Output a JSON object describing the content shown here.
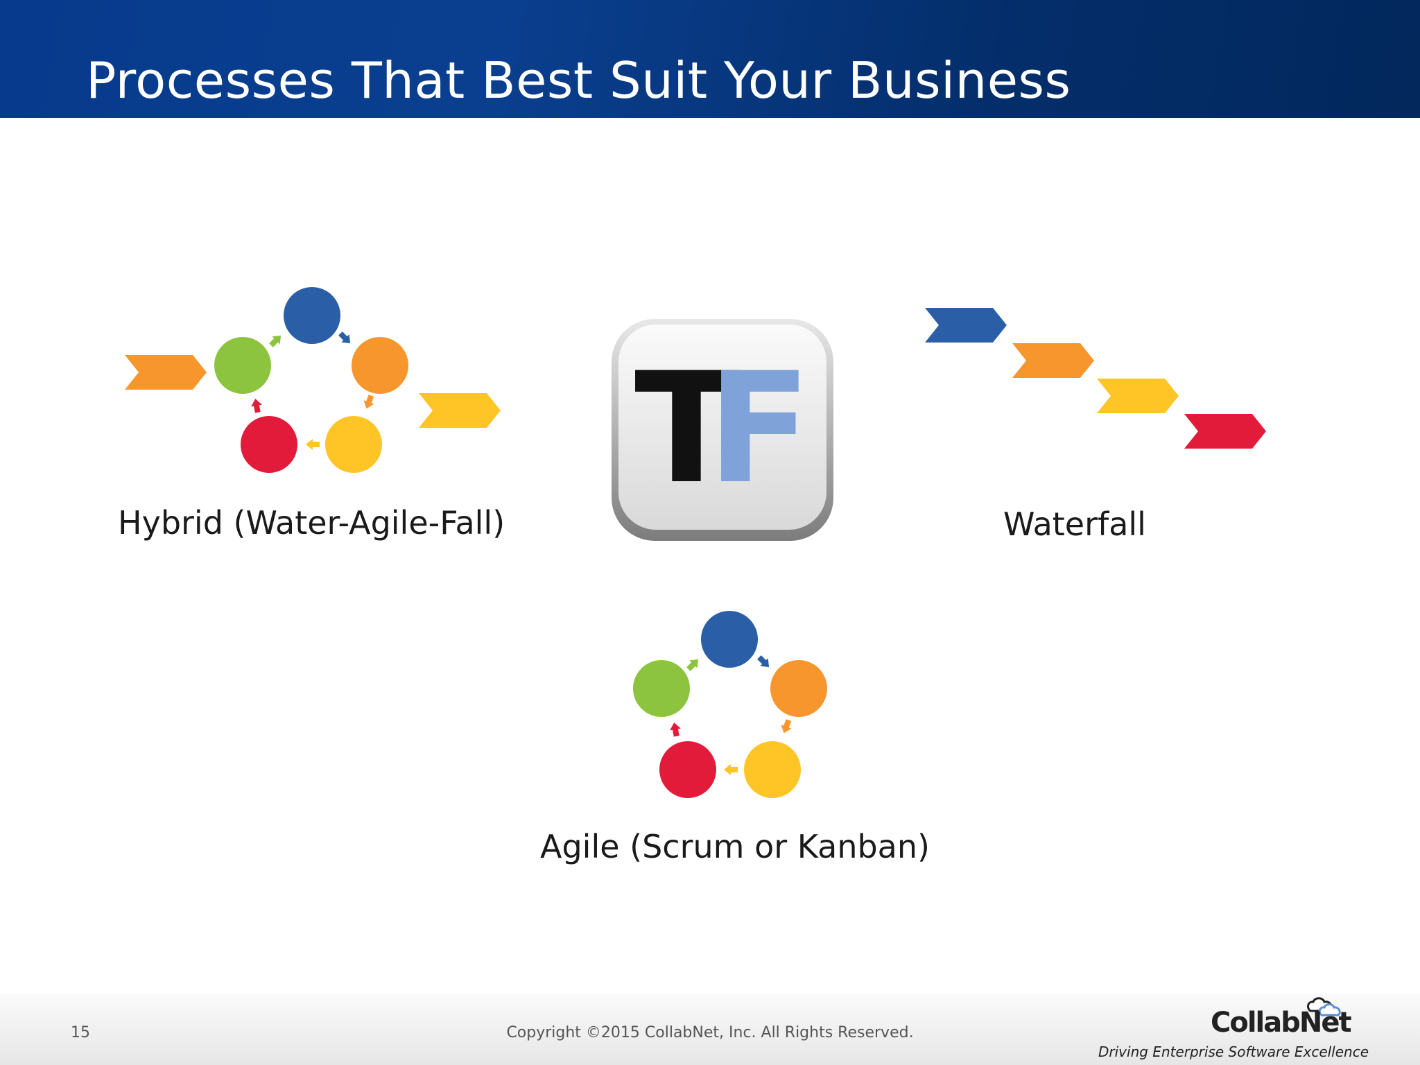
{
  "slide": {
    "title": "Processes That Best Suit Your Business",
    "page_number": "15"
  },
  "diagrams": {
    "hybrid": {
      "label": "Hybrid (Water-Agile-Fall)"
    },
    "center_logo": {
      "text_dark": "T",
      "text_light": "F"
    },
    "waterfall": {
      "label": "Waterfall"
    },
    "agile": {
      "label": "Agile (Scrum or Kanban)"
    }
  },
  "footer": {
    "copyright": "Copyright ©2015 CollabNet, Inc. All Rights Reserved.",
    "logo": "CollabNet.",
    "tagline": "Driving Enterprise Software Excellence"
  },
  "colors": {
    "header_blue": "#073a8c",
    "blue": "#2a5fa8",
    "orange": "#f7962d",
    "yellow": "#ffc526",
    "red": "#e31b3a",
    "green": "#8dc43f",
    "tf_light_blue": "#7fa3d8"
  }
}
